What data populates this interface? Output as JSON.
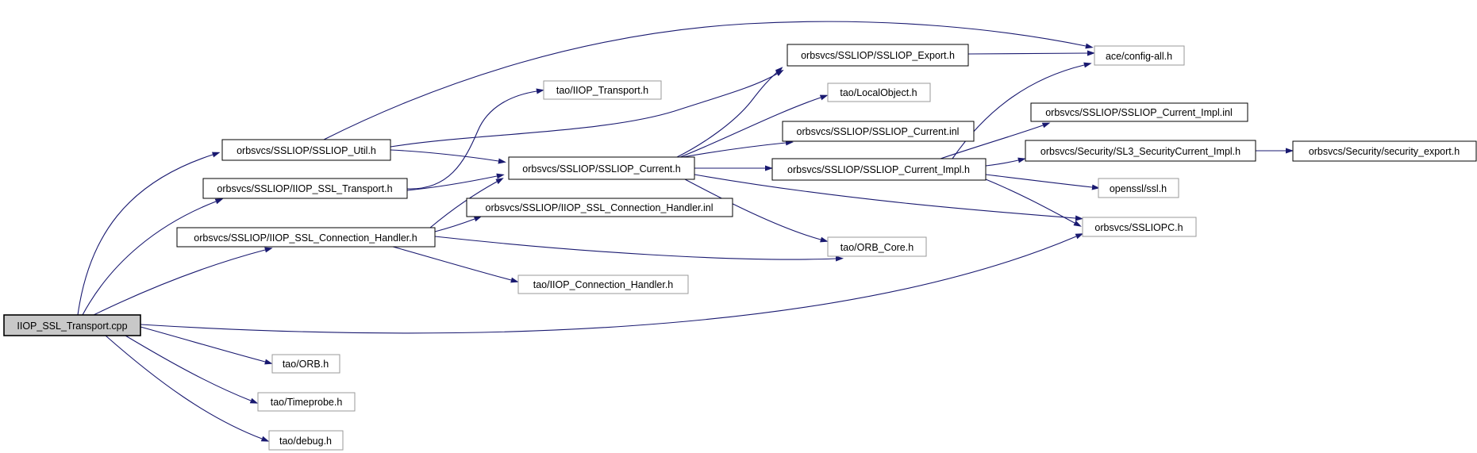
{
  "diagram": {
    "type": "include-dependency-graph",
    "root_node": "IIOP_SSL_Transport.cpp",
    "colors": {
      "background": "#ffffff",
      "edge": "#191970",
      "root_fill": "#c8c8c8",
      "node_fill": "#ffffff",
      "expanded_border": "#000000",
      "leaf_border": "#9a9a9a",
      "text": "#000000"
    },
    "nodes": [
      {
        "id": "cpp",
        "label": "IIOP_SSL_Transport.cpp",
        "kind": "root"
      },
      {
        "id": "util_h",
        "label": "orbsvcs/SSLIOP/SSLIOP_Util.h",
        "kind": "expanded"
      },
      {
        "id": "iiop_ssl_transport_h",
        "label": "orbsvcs/SSLIOP/IIOP_SSL_Transport.h",
        "kind": "expanded"
      },
      {
        "id": "iiop_ssl_conn_handler_h",
        "label": "orbsvcs/SSLIOP/IIOP_SSL_Connection_Handler.h",
        "kind": "expanded"
      },
      {
        "id": "tao_iiop_transport_h",
        "label": "tao/IIOP_Transport.h",
        "kind": "leaf"
      },
      {
        "id": "ssliop_current_h",
        "label": "orbsvcs/SSLIOP/SSLIOP_Current.h",
        "kind": "expanded"
      },
      {
        "id": "iiop_ssl_conn_handler_inl",
        "label": "orbsvcs/SSLIOP/IIOP_SSL_Connection_Handler.inl",
        "kind": "expanded"
      },
      {
        "id": "tao_iiop_conn_handler_h",
        "label": "tao/IIOP_Connection_Handler.h",
        "kind": "leaf"
      },
      {
        "id": "ssliop_export_h",
        "label": "orbsvcs/SSLIOP/SSLIOP_Export.h",
        "kind": "expanded"
      },
      {
        "id": "tao_localobject_h",
        "label": "tao/LocalObject.h",
        "kind": "leaf"
      },
      {
        "id": "ssliop_current_inl",
        "label": "orbsvcs/SSLIOP/SSLIOP_Current.inl",
        "kind": "expanded"
      },
      {
        "id": "ssliop_current_impl_h",
        "label": "orbsvcs/SSLIOP/SSLIOP_Current_Impl.h",
        "kind": "expanded"
      },
      {
        "id": "tao_orb_core_h",
        "label": "tao/ORB_Core.h",
        "kind": "leaf"
      },
      {
        "id": "ace_config_all_h",
        "label": "ace/config-all.h",
        "kind": "leaf"
      },
      {
        "id": "ssliop_current_impl_inl",
        "label": "orbsvcs/SSLIOP/SSLIOP_Current_Impl.inl",
        "kind": "expanded"
      },
      {
        "id": "sl3_securitycurrent_impl_h",
        "label": "orbsvcs/Security/SL3_SecurityCurrent_Impl.h",
        "kind": "expanded"
      },
      {
        "id": "openssl_ssl_h",
        "label": "openssl/ssl.h",
        "kind": "leaf"
      },
      {
        "id": "ssliopc_h",
        "label": "orbsvcs/SSLIOPC.h",
        "kind": "leaf"
      },
      {
        "id": "security_export_h",
        "label": "orbsvcs/Security/security_export.h",
        "kind": "expanded"
      },
      {
        "id": "tao_orb_h",
        "label": "tao/ORB.h",
        "kind": "leaf"
      },
      {
        "id": "tao_timeprobe_h",
        "label": "tao/Timeprobe.h",
        "kind": "leaf"
      },
      {
        "id": "tao_debug_h",
        "label": "tao/debug.h",
        "kind": "leaf"
      }
    ],
    "edges": [
      {
        "from": "cpp",
        "to": "util_h"
      },
      {
        "from": "cpp",
        "to": "iiop_ssl_transport_h"
      },
      {
        "from": "cpp",
        "to": "iiop_ssl_conn_handler_h"
      },
      {
        "from": "cpp",
        "to": "tao_orb_h"
      },
      {
        "from": "cpp",
        "to": "tao_timeprobe_h"
      },
      {
        "from": "cpp",
        "to": "tao_debug_h"
      },
      {
        "from": "cpp",
        "to": "ssliopc_h"
      },
      {
        "from": "util_h",
        "to": "ssliop_current_h"
      },
      {
        "from": "util_h",
        "to": "ssliop_export_h"
      },
      {
        "from": "util_h",
        "to": "ace_config_all_h"
      },
      {
        "from": "iiop_ssl_transport_h",
        "to": "tao_iiop_transport_h"
      },
      {
        "from": "iiop_ssl_transport_h",
        "to": "ssliop_current_h"
      },
      {
        "from": "iiop_ssl_conn_handler_h",
        "to": "iiop_ssl_conn_handler_inl"
      },
      {
        "from": "iiop_ssl_conn_handler_h",
        "to": "tao_iiop_conn_handler_h"
      },
      {
        "from": "iiop_ssl_conn_handler_h",
        "to": "ssliop_current_h"
      },
      {
        "from": "iiop_ssl_conn_handler_h",
        "to": "tao_orb_core_h"
      },
      {
        "from": "ssliop_current_h",
        "to": "ssliop_export_h"
      },
      {
        "from": "ssliop_current_h",
        "to": "tao_localobject_h"
      },
      {
        "from": "ssliop_current_h",
        "to": "ssliop_current_inl"
      },
      {
        "from": "ssliop_current_h",
        "to": "ssliop_current_impl_h"
      },
      {
        "from": "ssliop_current_h",
        "to": "tao_orb_core_h"
      },
      {
        "from": "ssliop_current_h",
        "to": "ssliopc_h"
      },
      {
        "from": "ssliop_export_h",
        "to": "ace_config_all_h"
      },
      {
        "from": "ssliop_current_impl_h",
        "to": "ssliop_current_impl_inl"
      },
      {
        "from": "ssliop_current_impl_h",
        "to": "sl3_securitycurrent_impl_h"
      },
      {
        "from": "ssliop_current_impl_h",
        "to": "openssl_ssl_h"
      },
      {
        "from": "ssliop_current_impl_h",
        "to": "ssliopc_h"
      },
      {
        "from": "ssliop_current_impl_h",
        "to": "ace_config_all_h"
      },
      {
        "from": "sl3_securitycurrent_impl_h",
        "to": "security_export_h"
      }
    ]
  }
}
